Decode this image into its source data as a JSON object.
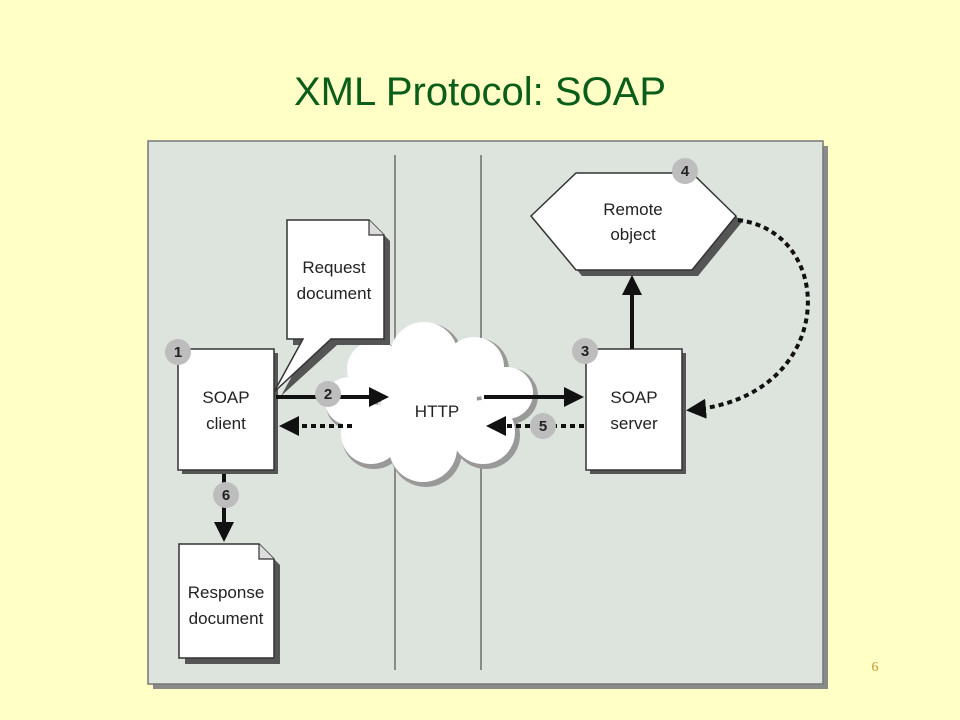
{
  "slide": {
    "title": "XML Protocol: SOAP",
    "page_number": "6"
  },
  "diagram": {
    "colors": {
      "slide_background": "#FFFFC6",
      "title": "#0B5E1A",
      "panel": "#DDE3DD",
      "badge": "#BDBDBD"
    },
    "nodes": {
      "soap_client": {
        "line1": "SOAP",
        "line2": "client"
      },
      "soap_server": {
        "line1": "SOAP",
        "line2": "server"
      },
      "remote_object": {
        "line1": "Remote",
        "line2": "object"
      },
      "http_cloud": {
        "label": "HTTP"
      },
      "request_document": {
        "line1": "Request",
        "line2": "document"
      },
      "response_document": {
        "line1": "Response",
        "line2": "document"
      }
    },
    "steps": [
      "1",
      "2",
      "3",
      "4",
      "5",
      "6"
    ]
  }
}
